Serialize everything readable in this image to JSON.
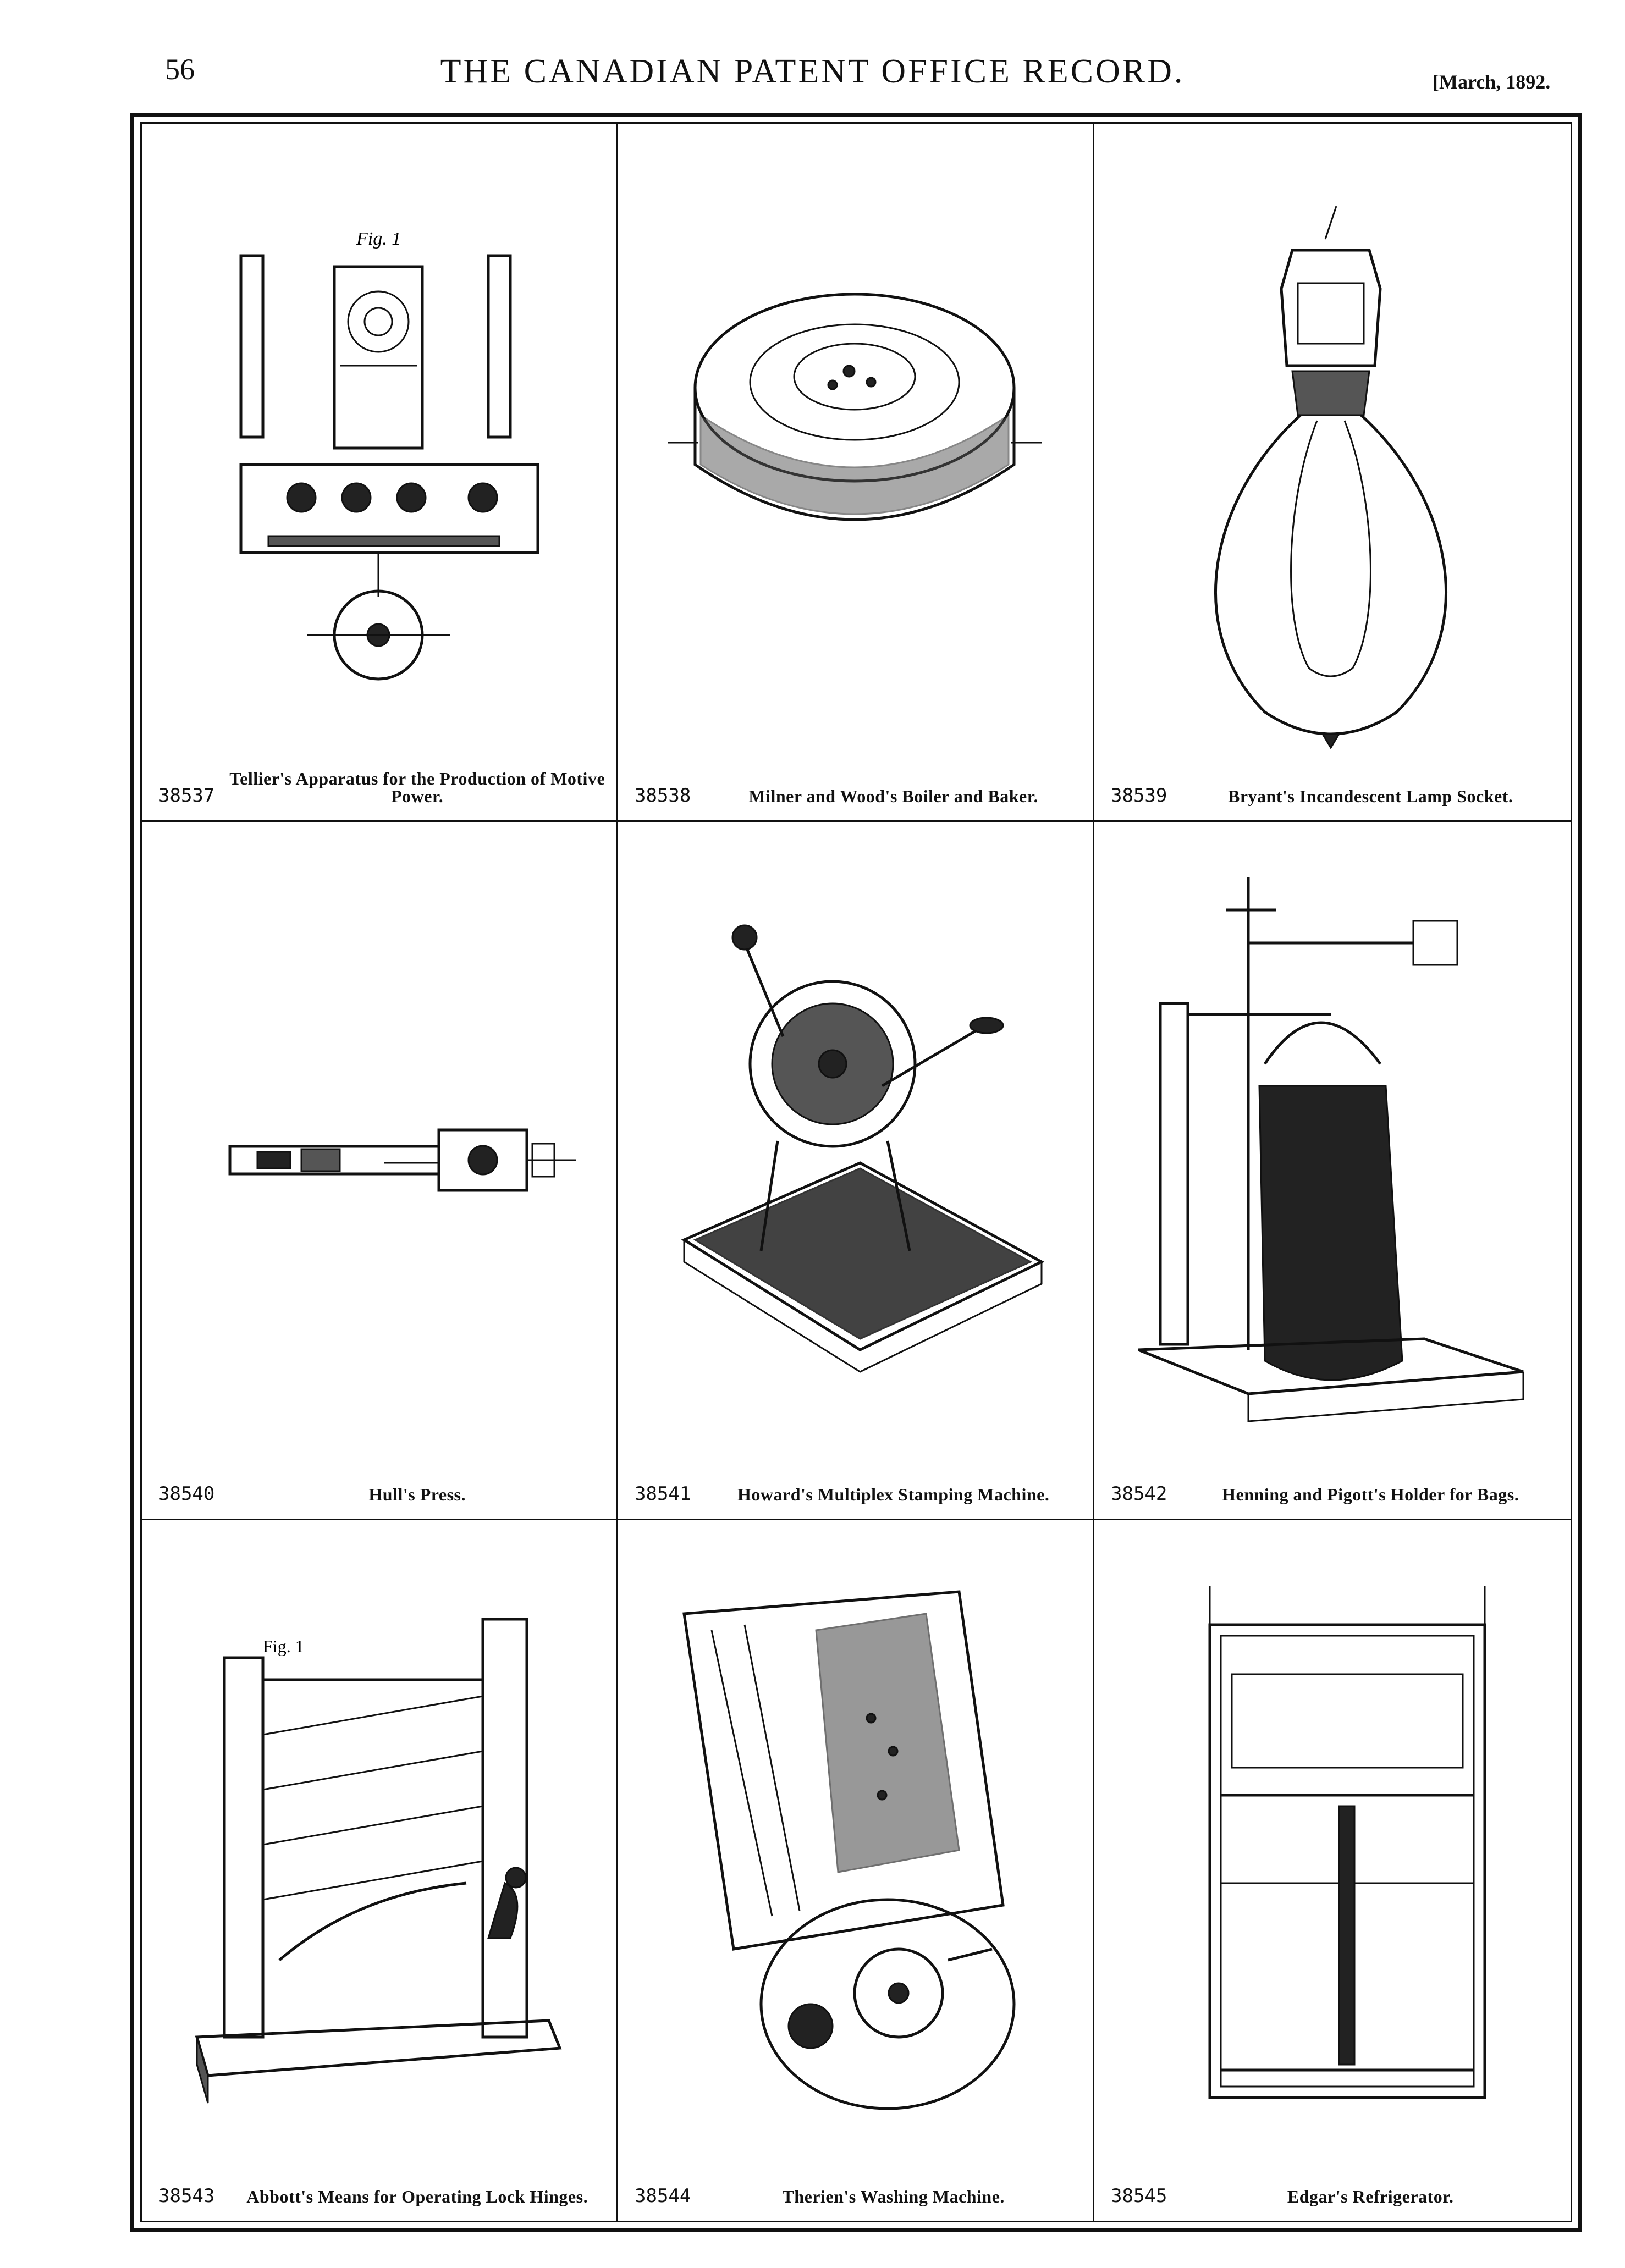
{
  "header": {
    "page_number": "56",
    "title": "THE CANADIAN PATENT OFFICE RECORD.",
    "date": "[March, 1892."
  },
  "patents": [
    {
      "number": "38537",
      "title": "Tellier's Apparatus for the Production of Motive Power.",
      "figure_label": "Fig. 1"
    },
    {
      "number": "38538",
      "title": "Milner and Wood's Boiler and Baker."
    },
    {
      "number": "38539",
      "title": "Bryant's Incandescent Lamp Socket."
    },
    {
      "number": "38540",
      "title": "Hull's Press."
    },
    {
      "number": "38541",
      "title": "Howard's Multiplex Stamping Machine."
    },
    {
      "number": "38542",
      "title": "Henning and Pigott's Holder for Bags."
    },
    {
      "number": "38543",
      "title": "Abbott's Means for Operating Lock Hinges.",
      "figure_label": "Fig. 1"
    },
    {
      "number": "38544",
      "title": "Therien's Washing Machine."
    },
    {
      "number": "38545",
      "title": "Edgar's Refrigerator."
    }
  ]
}
